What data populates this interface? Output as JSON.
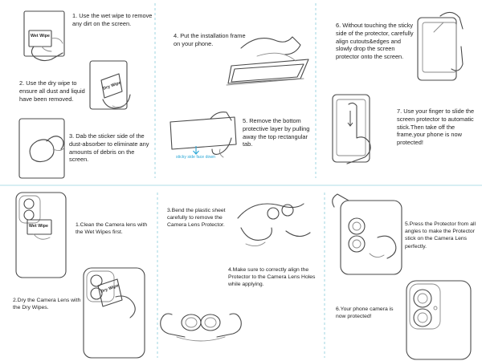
{
  "colors": {
    "divider": "#bfe3ec",
    "accent_blue": "#29a7d6",
    "text": "#222222",
    "line_art": "#4a4a4a"
  },
  "icons": [
    "hand-icon",
    "phone-icon",
    "screen-protector-icon",
    "camera-lens-icon",
    "arrow-down-icon",
    "wet-wipe-icon",
    "dry-wipe-icon",
    "dust-absorber-icon"
  ],
  "screen": {
    "steps": [
      {
        "text": "1.  Use the wet wipe to remove any dirt on the screen.",
        "label": "Wet Wipe"
      },
      {
        "text": "2.  Use the dry wipe to ensure all dust and liquid have been removed.",
        "label": "Dry Wipe"
      },
      {
        "text": "3.  Dab the sticker side of the dust-absorber to eliminate any amounts of debris on the screen."
      },
      {
        "text": "4.  Put the installation frame on your phone."
      },
      {
        "text": "5.  Remove the bottom protective layer by pulling away the top rectangular tab.",
        "label": "sticky side face down"
      },
      {
        "text": "6.  Without touching the sticky side of the protector, carefully align cutouts&edges and slowly drop the screen protector onto the screen."
      },
      {
        "text": "7.  Use your finger to slide the screen protector to automatic stick.Then take off the frame,your phone is now protected!"
      }
    ]
  },
  "camera": {
    "steps": [
      {
        "text": "1.Clean the Camera lens with the Wet Wipes first.",
        "label": "Wet Wipe"
      },
      {
        "text": "2.Dry the Camera Lens with the Dry Wipes.",
        "label": "Dry Wipe"
      },
      {
        "text": "3.Bend the plastic sheet carefully to remove the Camera Lens Protector."
      },
      {
        "text": "4.Make sure to correctly align the Protector to the Camera Lens Holes while applying."
      },
      {
        "text": "5.Press the Protector from all angles to make the Protector stick on the Camera Lens perfectly."
      },
      {
        "text": "6.Your phone camera is now protected!"
      }
    ]
  }
}
